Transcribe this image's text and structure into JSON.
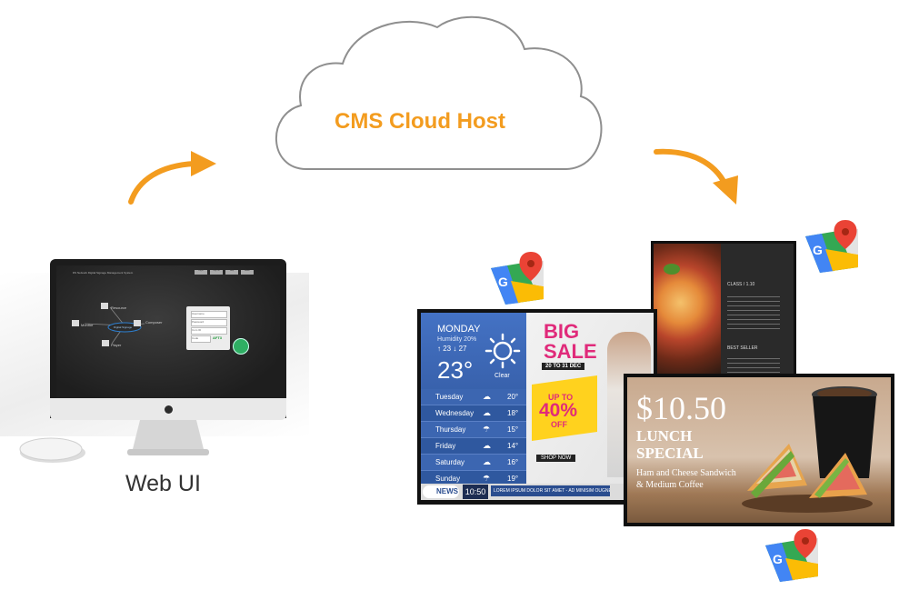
{
  "cloud": {
    "title": "CMS Cloud Host"
  },
  "webui": {
    "label": "Web UI"
  },
  "monitor_screen": {
    "header": "DS Network Digital Signage Management System",
    "nodes": [
      "Resource",
      "Monitor",
      "Digital Signage",
      "Composer",
      "Player"
    ],
    "login_fields": [
      "Username",
      "Password",
      "Com ID",
      "Code"
    ],
    "code_value": "AFT3",
    "tabs": [
      "Log In",
      "Log Out",
      "Help",
      "About"
    ]
  },
  "weather": {
    "day": "MONDAY",
    "humidity": "Humidity 20%",
    "hilo": "↑ 23 ↓ 27",
    "temp": "23°",
    "condition": "Clear",
    "forecast": [
      {
        "day": "Tuesday",
        "temp": "20°"
      },
      {
        "day": "Wednesday",
        "temp": "18°"
      },
      {
        "day": "Thursday",
        "temp": "15°"
      },
      {
        "day": "Friday",
        "temp": "14°"
      },
      {
        "day": "Saturday",
        "temp": "16°"
      },
      {
        "day": "Sunday",
        "temp": "19°"
      }
    ],
    "news_label": "NEWS",
    "time": "10:50",
    "ticker": "LOREM IPSUM DOLOR SIT AMET - AD MINISIM OUGNEM ARC"
  },
  "sale": {
    "big": "BIG",
    "sale": "SALE",
    "dates": "20 TO 31 DEC",
    "upto": "UP TO",
    "percent": "40%",
    "off": "OFF",
    "shop": "SHOP NOW"
  },
  "lunch": {
    "price": "$10.50",
    "line1": "LUNCH",
    "line2": "SPECIAL",
    "desc1": "Ham and Cheese Sandwich",
    "desc2": "& Medium Coffee"
  },
  "menu_board": {
    "section1": "CLASS / 1.10",
    "section2": "BEST SELLER"
  },
  "colors": {
    "accent_orange": "#f39c1f",
    "weather_blue": "#2a4d8f",
    "sale_pink": "#e02a7a",
    "sale_yellow": "#ffd21e"
  }
}
